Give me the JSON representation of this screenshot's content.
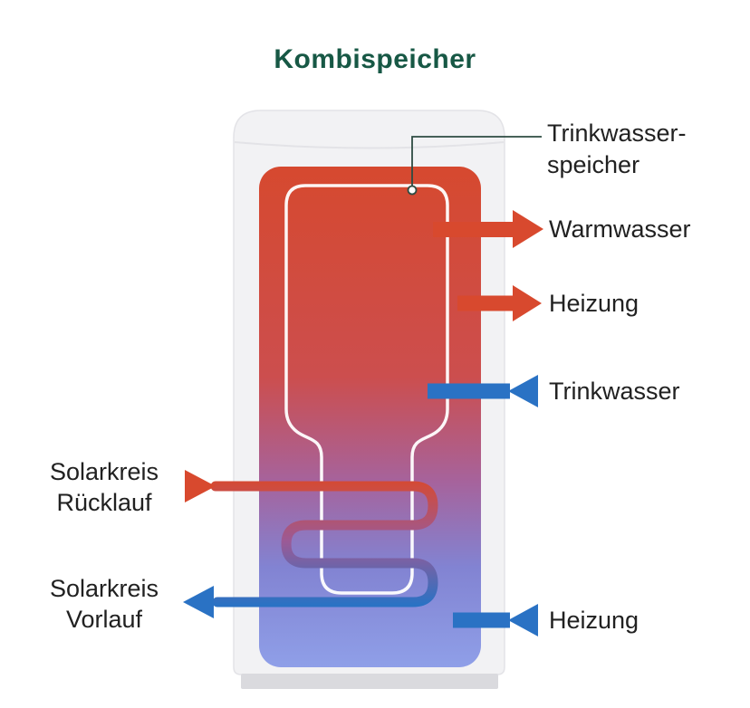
{
  "title": "Kombispeicher",
  "labels": {
    "trinkwasserspeicher": {
      "line1": "Trinkwasser-",
      "line2": "speicher"
    },
    "warmwasser": "Warmwasser",
    "heizung_top": "Heizung",
    "trinkwasser": "Trinkwasser",
    "solarkreis_ruecklauf": {
      "line1": "Solarkreis",
      "line2": "Rücklauf"
    },
    "solarkreis_vorlauf": {
      "line1": "Solarkreis",
      "line2": "Vorlauf"
    },
    "heizung_bottom": "Heizung"
  },
  "colors": {
    "title-green": "#175845",
    "arrow-red": "#d8492e",
    "arrow-blue": "#2a72c4",
    "gradient-top": "#d6492f",
    "gradient-bottom": "#8f9fe8",
    "tank-fill": "#f2f2f4",
    "tank-stroke": "#e3e3e7",
    "base-fill": "#dadade",
    "label-text": "#212121",
    "pointer-line": "#2e4c42",
    "flask-outline": "#ffffff"
  }
}
